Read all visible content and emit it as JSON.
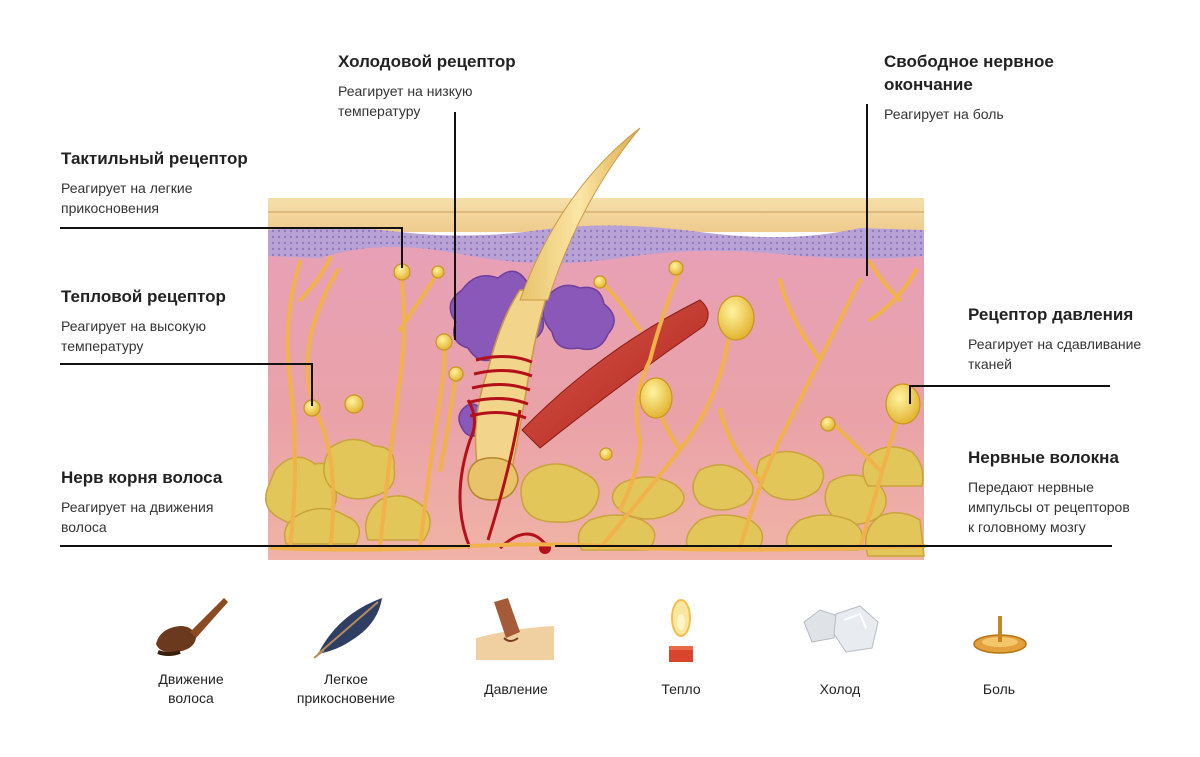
{
  "receptors": {
    "cold": {
      "title": "Холодовой рецептор",
      "desc_lines": [
        "Реагирует на низкую",
        "температуру"
      ]
    },
    "free": {
      "title_lines": [
        "Свободное нервное",
        "окончание"
      ],
      "desc": "Реагирует на боль"
    },
    "tactile": {
      "title": "Тактильный рецептор",
      "desc_lines": [
        "Реагирует на легкие",
        "прикосновения"
      ]
    },
    "heat": {
      "title": "Тепловой рецептор",
      "desc_lines": [
        "Реагирует на высокую",
        "температуру"
      ]
    },
    "pressure": {
      "title": "Рецептор давления",
      "desc_lines": [
        "Реагирует на сдавливание",
        "тканей"
      ]
    },
    "hair_nerve": {
      "title": "Нерв корня волоса",
      "desc_lines": [
        "Реагирует на движения",
        "волоса"
      ]
    },
    "fibers": {
      "title": "Нервные волокна",
      "desc_lines": [
        "Передают нервные",
        "импульсы от рецепторов",
        "к головному мозгу"
      ]
    }
  },
  "stimuli": [
    {
      "icon": "brush-icon",
      "label_lines": [
        "Движение",
        "волоса"
      ]
    },
    {
      "icon": "feather-icon",
      "label_lines": [
        "Легкое",
        "прикосновение"
      ]
    },
    {
      "icon": "finger-press-icon",
      "label_lines": [
        "Давление"
      ]
    },
    {
      "icon": "candle-icon",
      "label_lines": [
        "Тепло"
      ]
    },
    {
      "icon": "ice-icon",
      "label_lines": [
        "Холод"
      ]
    },
    {
      "icon": "pin-icon",
      "label_lines": [
        "Боль"
      ]
    }
  ],
  "colors": {
    "dermis": "#e9a3ad",
    "epidermis": "#f1d29a",
    "basal_layer": "#b39bd0",
    "nerve": "#f2b54c",
    "fat": "#e3c95a",
    "gland": "#8b5bb8",
    "muscle": "#c0392b",
    "leader_line": "#111111"
  }
}
